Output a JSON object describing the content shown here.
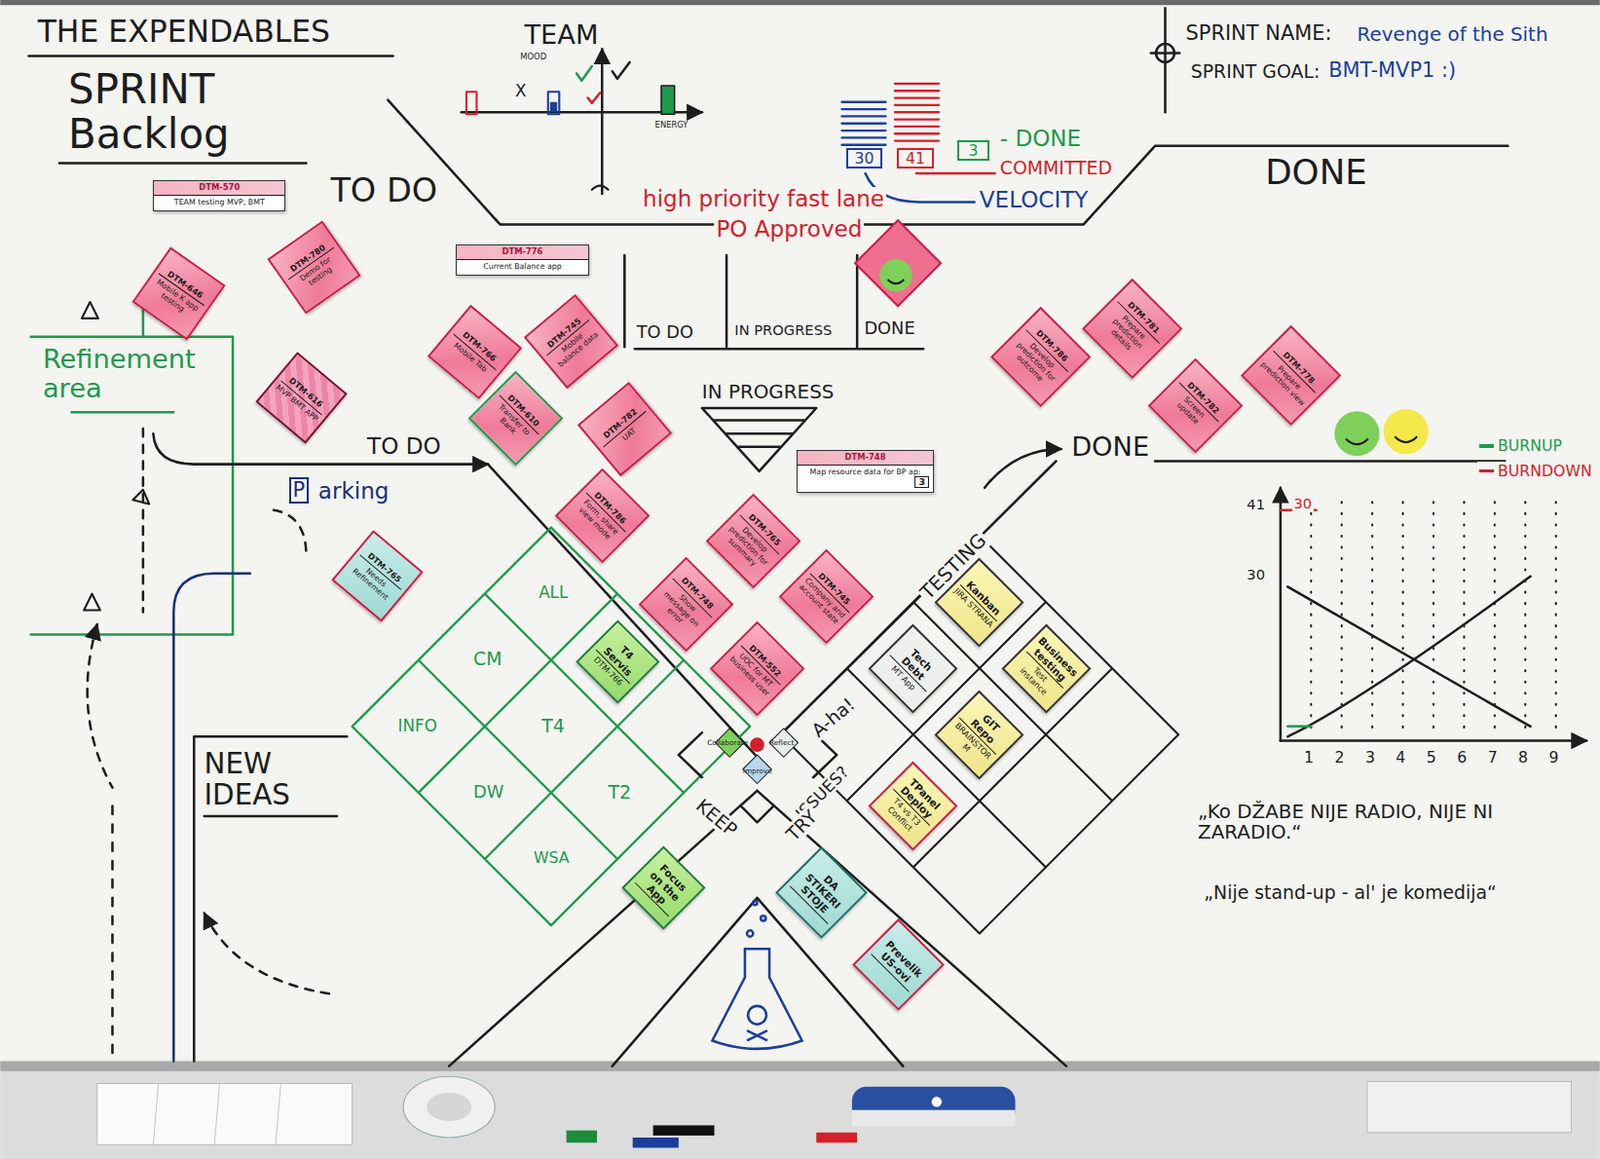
{
  "diagram": {
    "title": "THE EXPENDABLES",
    "nodes": [
      {
        "text": [
          "DTM-570",
          "TEAM testing MVP, BMT"
        ]
      },
      {
        "text": [
          "DTM-646",
          "Mobile K app testing"
        ]
      },
      {
        "text": [
          "DTM-780",
          "Demo for testing"
        ]
      },
      {
        "text": [
          "DTM-616",
          "MVP BMT APP"
        ]
      },
      {
        "text": [
          "DTM-776",
          "Current Balance app"
        ]
      },
      {
        "text": [
          "DTM-766",
          "Mobile Tab"
        ]
      },
      {
        "text": [
          "DTM-745",
          "Mobile balance data"
        ]
      },
      {
        "text": [
          "DTM-610",
          "Transfer to Bank"
        ]
      },
      {
        "text": [
          "DTM-782",
          "UAT"
        ]
      },
      {
        "text": [
          "DTM-786",
          "Form, share view mode"
        ]
      },
      {
        "text": [
          "DTM-765",
          "Needs Refinement"
        ]
      },
      {
        "text": [
          "DTM-786",
          "Develop prediction for outcome"
        ]
      },
      {
        "text": [
          "DTM-781",
          "Prepare prediction details"
        ]
      },
      {
        "text": [
          "DTM-782",
          "Screen update"
        ]
      },
      {
        "text": [
          "DTM-778",
          "Prepare prediction view"
        ]
      },
      {
        "text": [
          "DTM-748",
          "Map resource data for BP ap:",
          "3"
        ]
      },
      {
        "text": [
          "DTM-765",
          "Develop prediction for summary"
        ]
      },
      {
        "text": [
          "DTM-748",
          "Show message on error"
        ]
      },
      {
        "text": [
          "DTM-745",
          "Company and account state"
        ]
      },
      {
        "text": [
          "DTM-552",
          "UOC for MT business user"
        ]
      },
      {
        "text": [
          "T4 Servis",
          "DTM-766"
        ]
      },
      {
        "text": [
          "Kanban",
          "JIRA STRANA"
        ]
      },
      {
        "text": [
          "Business testing",
          "Test instance"
        ]
      },
      {
        "text": [
          "Tech Debt",
          "MT App"
        ]
      },
      {
        "text": [
          "GIT Repo",
          "BRAINSTORM"
        ]
      },
      {
        "text": [
          "TPanel Deploy",
          "T4 vs T3 Conflict"
        ]
      },
      {
        "text": [
          "DA STIKERI STOJE"
        ]
      },
      {
        "text": [
          "Focus on the App"
        ]
      },
      {
        "text": [
          "Prevelik US-ovi"
        ]
      }
    ],
    "labels": [
      "SPRINT Backlog",
      "TEAM",
      "MOOD",
      "ENERGY",
      "X",
      "TO DO",
      "30",
      "41",
      "3",
      "- DONE",
      "COMMITTED",
      "VELOCITY",
      "SPRINT NAME:",
      "Revenge of the Sith",
      "SPRINT GOAL:",
      "BMT-MVP1 :)",
      "DONE",
      "high priority fast lane",
      "PO Approved",
      "TO DO",
      "IN PROGRESS",
      "DONE",
      "Refinement area",
      "TO DO",
      "P",
      "arking",
      "IN PROGRESS",
      "DONE",
      "TESTING",
      "41",
      "30",
      "30",
      "1",
      "2",
      "3",
      "4",
      "5",
      "6",
      "7",
      "8",
      "9",
      "ALL",
      "CM",
      "INFO",
      "T4",
      "DW",
      "T2",
      "WSA",
      "A-ha!",
      "ISSUES?",
      "KEEP",
      "TRY",
      "Collaborate",
      "Reflect",
      "Improve",
      "NEW IDEAS",
      "„Ko DŽABE NIJE RADIO, NIJE NI ZARADIO.“",
      "„Nije stand-up - al' je komedija“"
    ],
    "legend": [
      {
        "text": "BURNUP",
        "color": "#1e9a4a"
      },
      {
        "text": "BURNDOWN",
        "color": "#d3202a"
      }
    ]
  }
}
